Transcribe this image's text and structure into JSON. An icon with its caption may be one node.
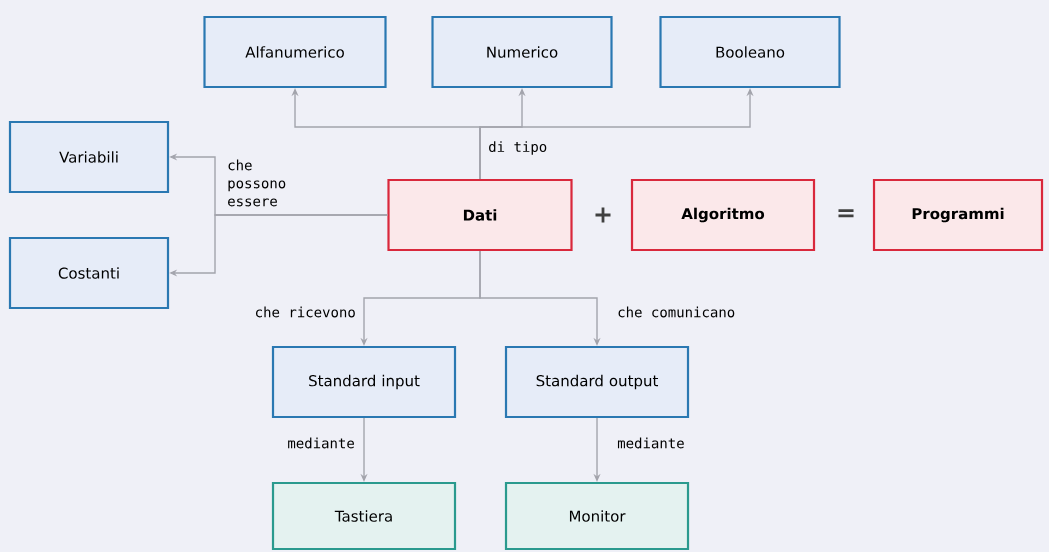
{
  "diagram": {
    "nodes": [
      {
        "text": [
          "Alfanumerico"
        ]
      },
      {
        "text": [
          "Numerico"
        ]
      },
      {
        "text": [
          "Booleano"
        ]
      },
      {
        "text": [
          "Variabili"
        ]
      },
      {
        "text": [
          "Costanti"
        ]
      },
      {
        "text": [
          "Dati"
        ]
      },
      {
        "text": [
          "Algoritmo"
        ]
      },
      {
        "text": [
          "Programmi"
        ]
      },
      {
        "text": [
          "Standard input"
        ]
      },
      {
        "text": [
          "Standard output"
        ]
      },
      {
        "text": [
          "Tastiera"
        ]
      },
      {
        "text": [
          "Monitor"
        ]
      }
    ],
    "edges": [
      {
        "from": 5,
        "to": 0,
        "arrow": "to"
      },
      {
        "from": 5,
        "to": 1,
        "arrow": "to",
        "label": "di tipo"
      },
      {
        "from": 5,
        "to": 2,
        "arrow": "to"
      },
      {
        "from": 5,
        "to": 3,
        "arrow": "to",
        "label": "che possono essere"
      },
      {
        "from": 5,
        "to": 4,
        "arrow": "to"
      },
      {
        "from": 5,
        "to": 8,
        "arrow": "to",
        "label": "che ricevono"
      },
      {
        "from": 5,
        "to": 9,
        "arrow": "to",
        "label": "che comunicano"
      },
      {
        "from": 8,
        "to": 10,
        "arrow": "to",
        "label": "mediante"
      },
      {
        "from": 9,
        "to": 11,
        "arrow": "to",
        "label": "mediante"
      }
    ],
    "labels": [
      "+",
      "="
    ]
  }
}
